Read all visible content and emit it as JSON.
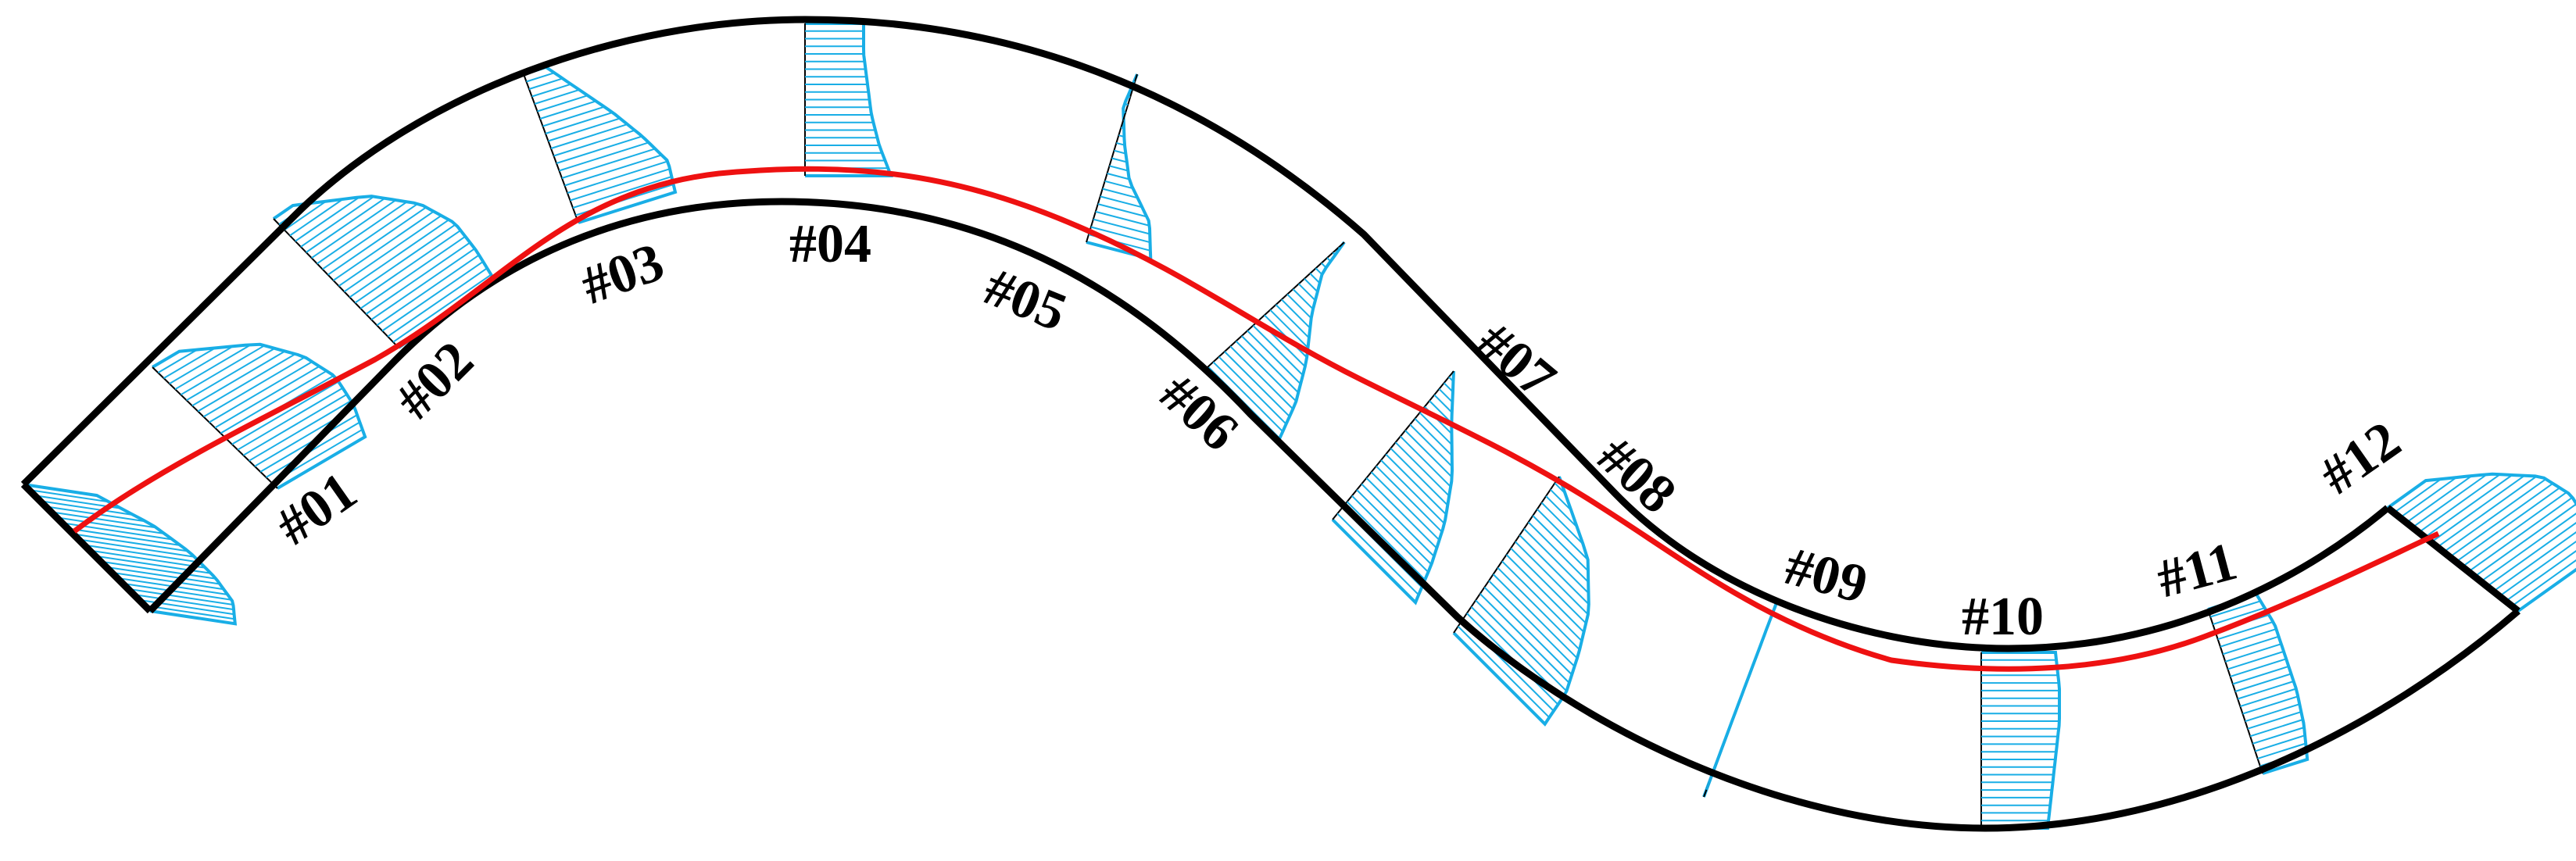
{
  "colors": {
    "channel_walls": "#000000",
    "velocity_profiles": "#19aee6",
    "centerline": "#ee1111",
    "background": "#ffffff"
  },
  "cross_sections": [
    {
      "label": "#01"
    },
    {
      "label": "#02"
    },
    {
      "label": "#03"
    },
    {
      "label": "#04"
    },
    {
      "label": "#05"
    },
    {
      "label": "#06"
    },
    {
      "label": "#07"
    },
    {
      "label": "#08"
    },
    {
      "label": "#09"
    },
    {
      "label": "#10"
    },
    {
      "label": "#11"
    },
    {
      "label": "#12"
    }
  ]
}
